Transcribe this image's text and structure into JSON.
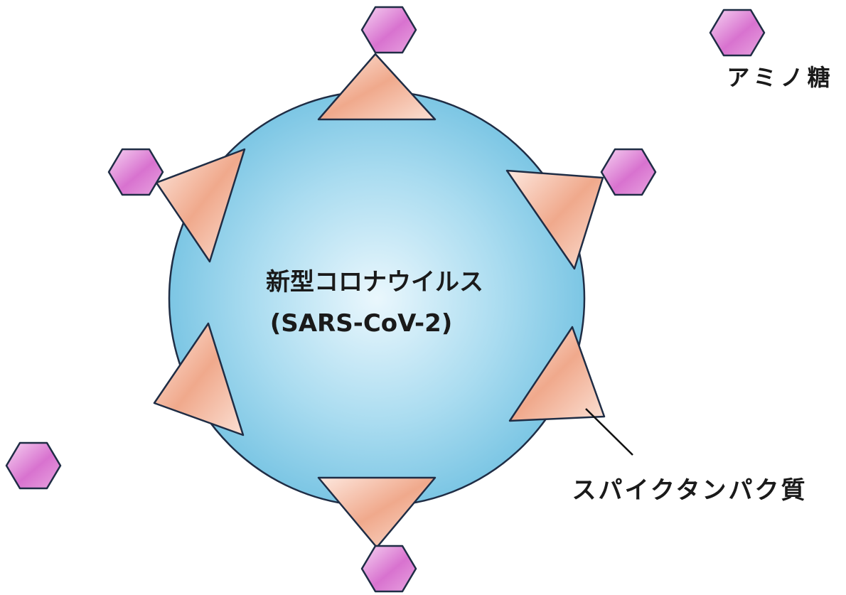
{
  "virus": {
    "name_line1": "新型コロナウイルス",
    "name_line2": "(SARS-CoV-2)"
  },
  "legend": {
    "amino_sugar_label": "アミノ糖"
  },
  "callouts": {
    "spike_protein_label": "スパイクタンパク質"
  },
  "colors": {
    "virus_fill_center": "#e8f6fc",
    "virus_fill_edge": "#7fc8e6",
    "outline": "#1f2d45",
    "spike_light": "#fbe4da",
    "spike_dark": "#f0a98c",
    "hexagon_light": "#f3c6ee",
    "hexagon_dark": "#d973cf"
  }
}
